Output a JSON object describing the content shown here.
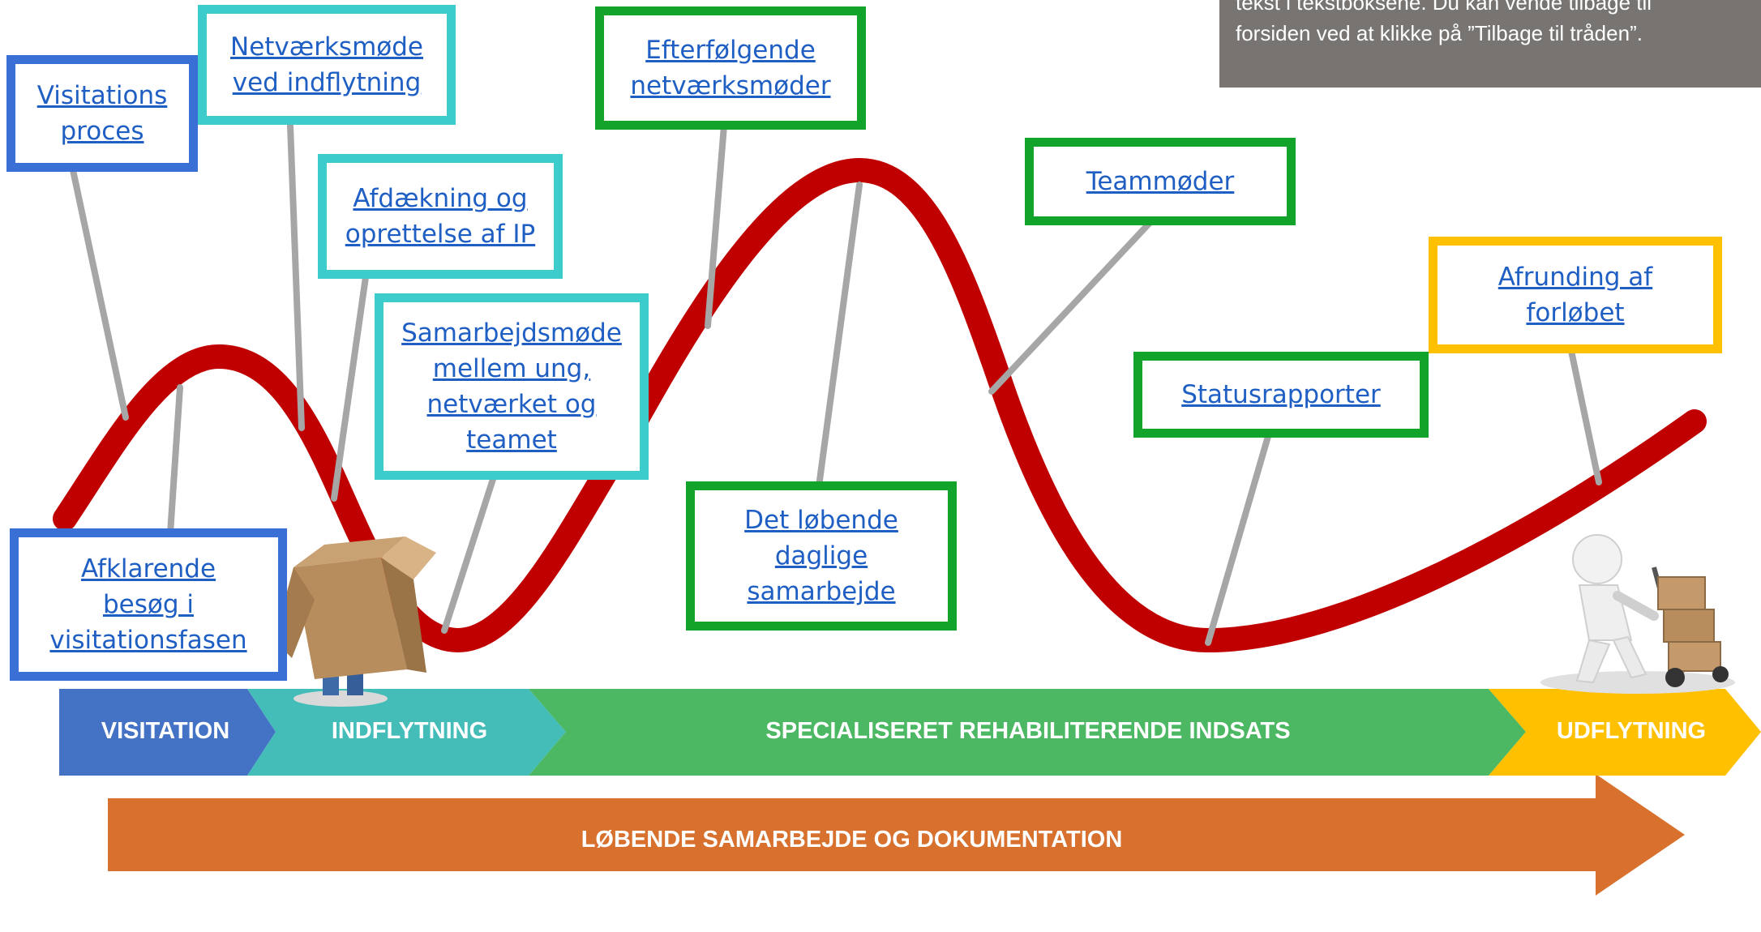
{
  "info": {
    "line1": "tekst i tekstboksene. Du kan vende tilbage til",
    "line2": "forsiden ved at klikke på ”Tilbage til tråden”."
  },
  "colors": {
    "curve": "#c00000",
    "connector": "#a6a6a6",
    "link": "#1f5fc4",
    "visitation": "#4472c4",
    "indflytning": "#44bcb8",
    "specialiseret": "#4cb863",
    "udflytning": "#ffc000",
    "dokumentation": "#d8702e",
    "box_blue": "#3a6fd6",
    "box_teal": "#3ccccc",
    "box_green": "#12a32a",
    "box_yellow": "#ffc000",
    "info_bg": "#777472"
  },
  "boxes": [
    {
      "id": "visitations-proces",
      "label": "Visitations\nproces"
    },
    {
      "id": "netvaerksmoede-indflytning",
      "label": "Netværksmøde\nved indflytning"
    },
    {
      "id": "afdaekning-ip",
      "label": "Afdækning og\noprettelse af IP"
    },
    {
      "id": "samarbejdsmoede",
      "label": "Samarbejdsmøde\nmellem ung,\nnetværket og\nteamet"
    },
    {
      "id": "efterfoelgende",
      "label": "Efterfølgende\nnetværksmøder"
    },
    {
      "id": "teammoeder",
      "label": "Teammøder"
    },
    {
      "id": "afrunding",
      "label": "Afrunding af\nforløbet"
    },
    {
      "id": "statusrapporter",
      "label": "Statusrapporter"
    },
    {
      "id": "daglige-samarbejde",
      "label": "Det løbende\ndaglige\nsamarbejde"
    },
    {
      "id": "afklarende-besoeg",
      "label": "Afklarende\nbesøg i\nvisitationsfasen"
    }
  ],
  "phases": {
    "visitation": "VISITATION",
    "indflytning": "INDFLYTNING",
    "specialiseret": "SPECIALISERET REHABILITERENDE INDSATS",
    "udflytning": "UDFLYTNING",
    "dokumentation": "LØBENDE SAMARBEJDE OG DOKUMENTATION"
  }
}
